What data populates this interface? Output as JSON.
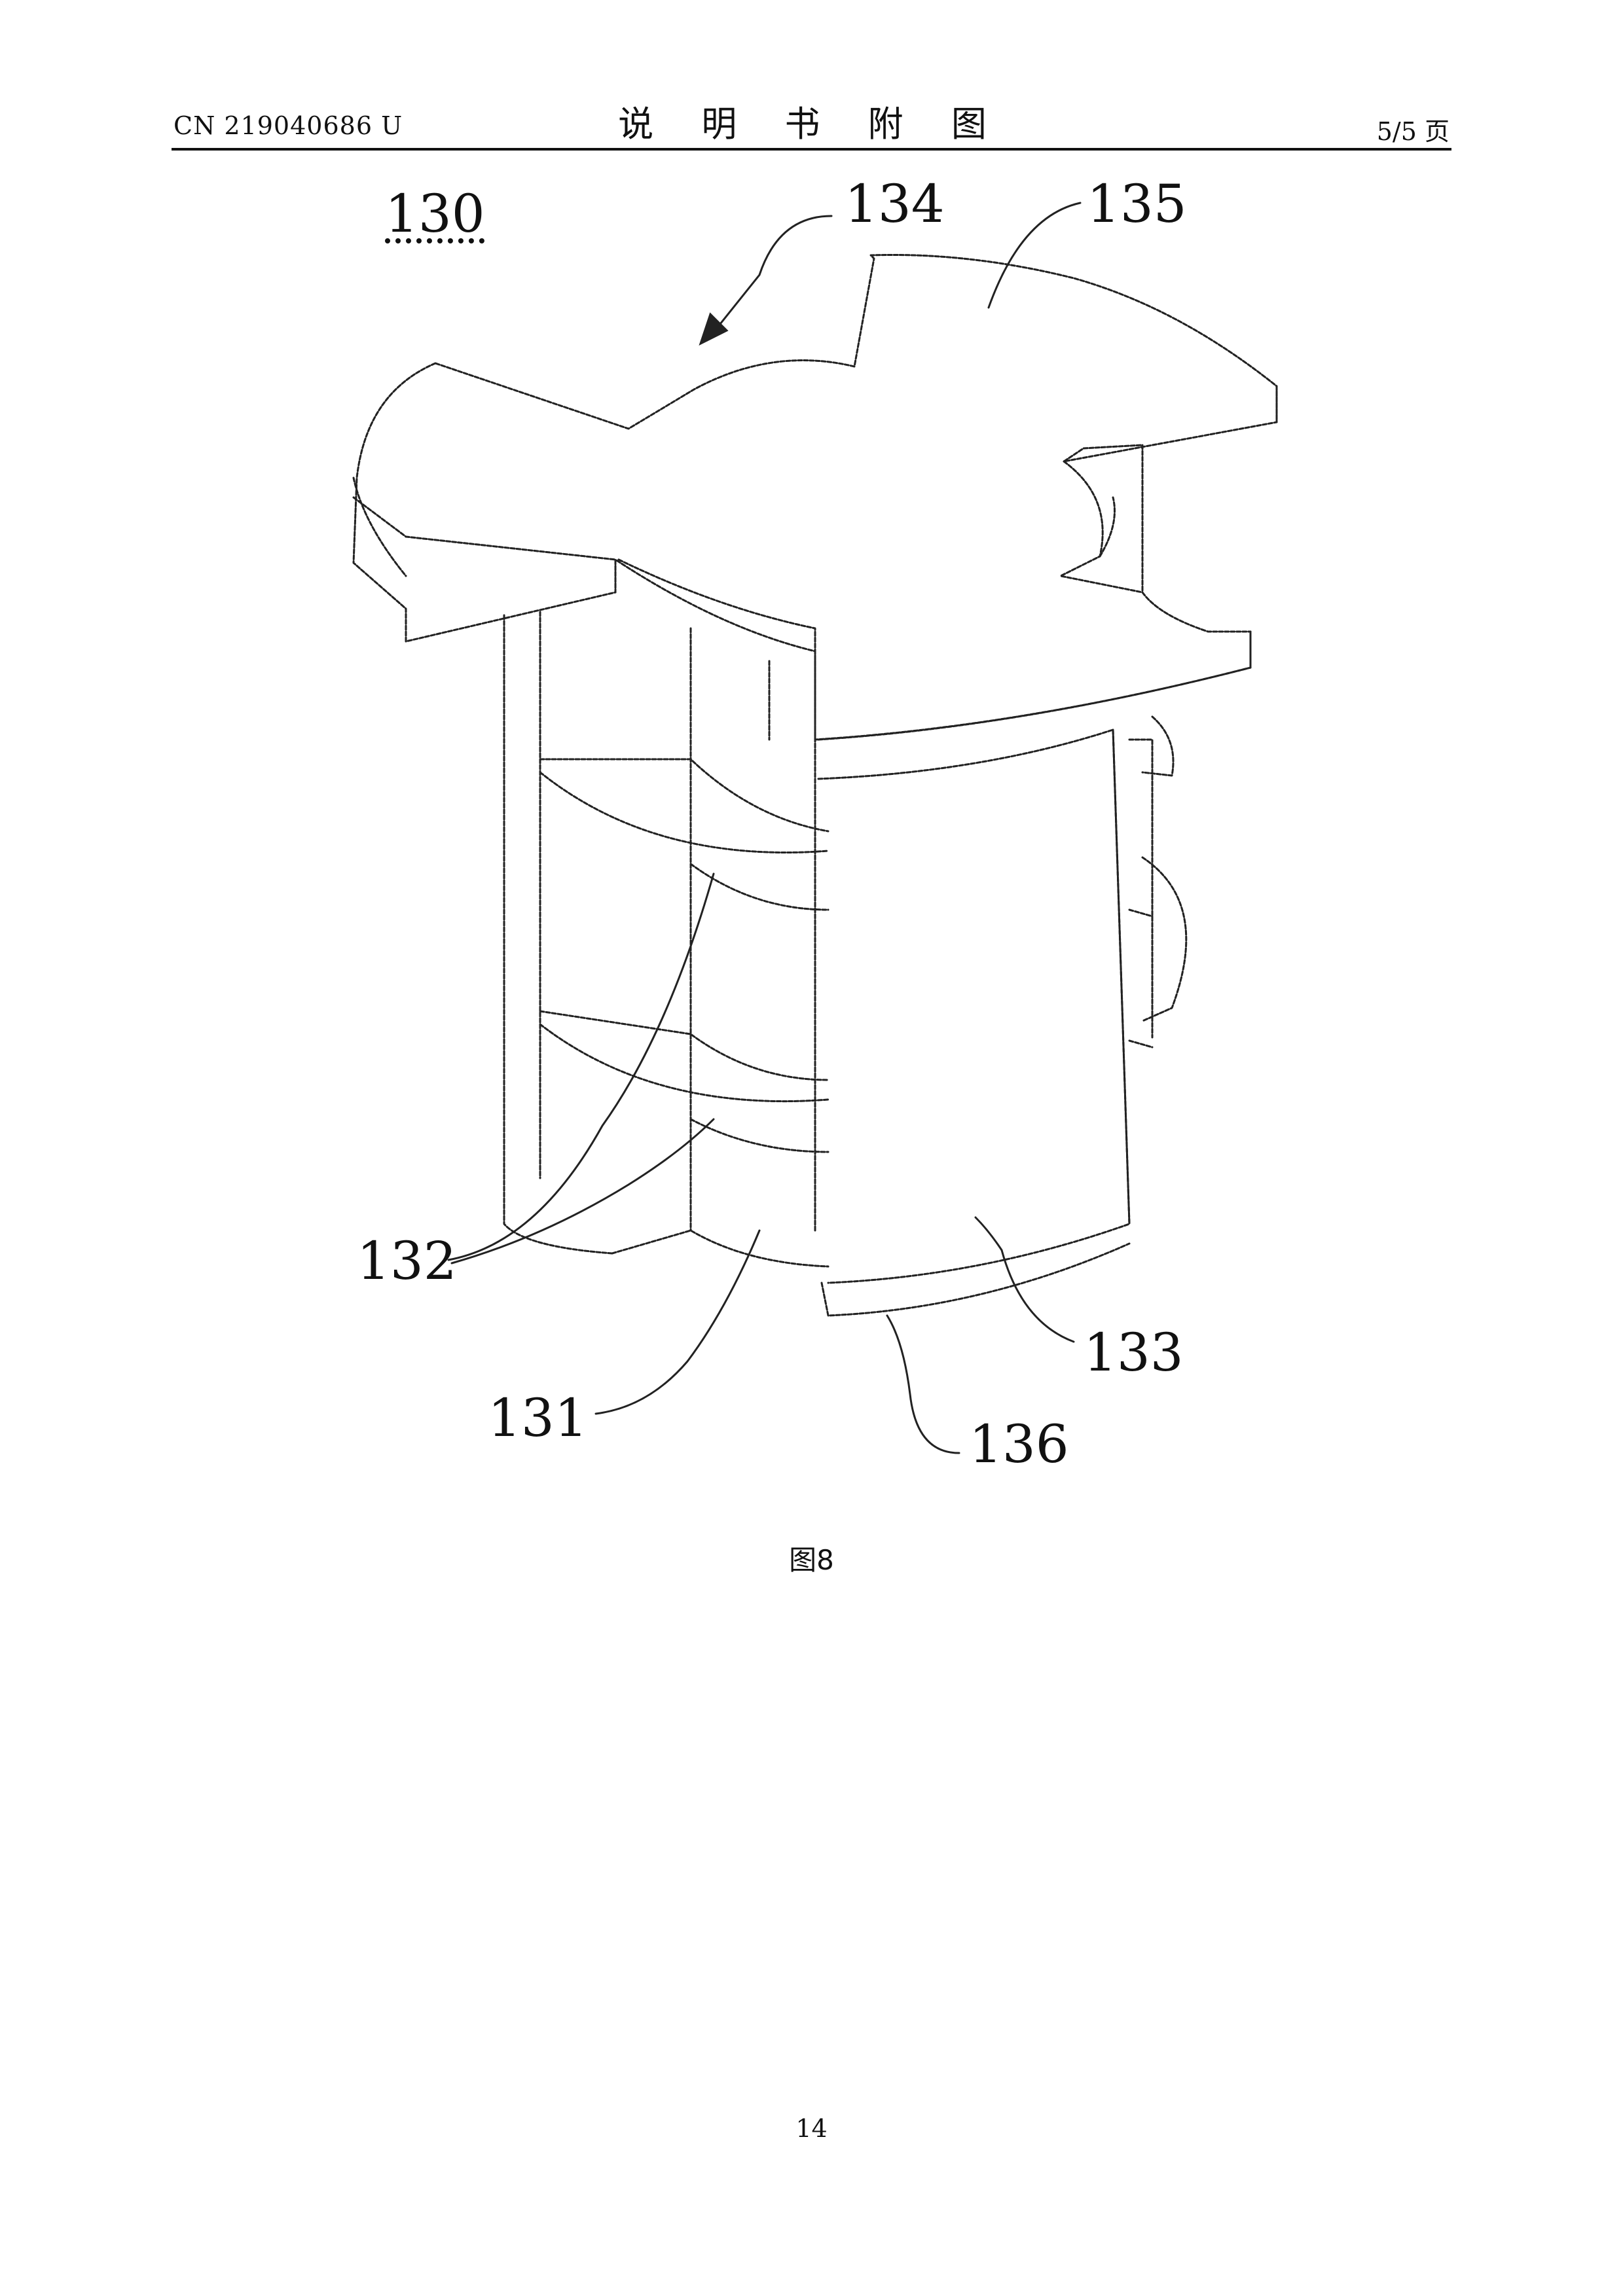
{
  "header": {
    "patent_number": "CN 219040686 U",
    "title": "说 明 书 附 图",
    "page_indicator": "5/5 页"
  },
  "figure": {
    "reference_labels": {
      "r130": "130",
      "r131": "131",
      "r132": "132",
      "r133": "133",
      "r134": "134",
      "r135": "135",
      "r136": "136"
    },
    "caption": "图8"
  },
  "footer": {
    "page_number": "14"
  }
}
